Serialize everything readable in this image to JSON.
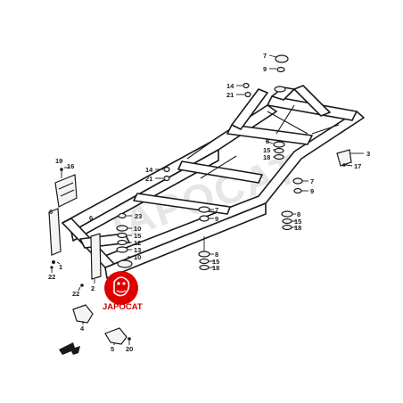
{
  "watermark": "JAPOCAT",
  "logo": {
    "text": "JAPOCAT",
    "color": "#e00000"
  },
  "callouts": {
    "c7a": "7",
    "c9a": "9",
    "c14a": "14",
    "c21a": "21",
    "c8a": "8",
    "c15a": "15",
    "c18a": "18",
    "c3": "3",
    "c17": "17",
    "c14b": "14",
    "c21b": "21",
    "c7b": "7",
    "c9b": "9",
    "c7c": "7",
    "c9c": "9",
    "c8b": "8",
    "c15b": "15",
    "c18b": "18",
    "c19": "19",
    "c16": "16",
    "c23": "23",
    "c10a": "10",
    "c15c": "15",
    "c12": "12",
    "c13": "13",
    "c10b": "10",
    "c8c": "8",
    "c15d": "15",
    "c18c": "18",
    "c6a": "6",
    "c6b": "6",
    "c1": "1",
    "c22a": "22",
    "c22b": "22",
    "c2": "2",
    "c4": "4",
    "c5": "5",
    "c20": "20"
  },
  "colors": {
    "line": "#1a1a1a",
    "logo": "#e00000",
    "watermark": "#e6e6e6"
  },
  "icons": [
    "frame-chassis",
    "bracket",
    "mount-bushing",
    "bolt",
    "front-arrow-icon"
  ]
}
